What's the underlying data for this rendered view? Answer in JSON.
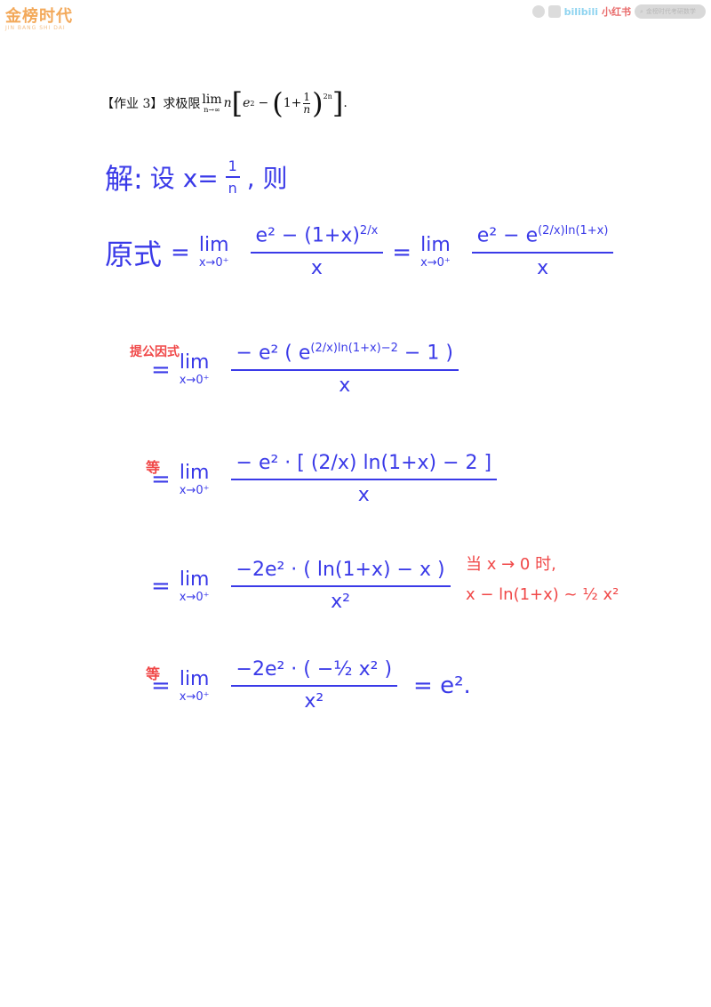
{
  "header": {
    "logo_text": "金榜时代",
    "logo_sub": "JIN BANG SHI DAI",
    "bilibili": "bilibili",
    "xiaohongshu": "小红书",
    "search_text": "金榜时代考研数学"
  },
  "problem": {
    "label": "【作业 3】",
    "task": "求极限",
    "lim_word": "lim",
    "lim_sub": "n→∞",
    "n": "n",
    "e": "e",
    "e_exp": "2",
    "minus": "−",
    "one_plus": "1+",
    "frac_num": "1",
    "frac_den": "n",
    "outer_exp": "2n",
    "period": "."
  },
  "solution": {
    "jie": "解:",
    "let_text": "设  x=",
    "let_num": "1",
    "let_den": "n",
    "then": ", 则",
    "step1": {
      "lhs": "原式",
      "eq": "=",
      "lim": "lim",
      "sub": "x→0⁺",
      "num1": "e² − (1+x)",
      "num1_exp": "2/x",
      "den": "x",
      "eq2": "=",
      "num2": "e² − e",
      "num2_exp": "(2/x)ln(1+x)"
    },
    "step2": {
      "note": "提公因式",
      "eq": "=",
      "lim": "lim",
      "sub": "x→0⁺",
      "num": "− e² ( e",
      "num_exp": "(2/x)ln(1+x)−2",
      "num_tail": " − 1 )",
      "den": "x"
    },
    "step3": {
      "note": "等",
      "eq": "=",
      "lim": "lim",
      "sub": "x→0⁺",
      "num": "− e² · [ (2/x) ln(1+x) − 2 ]",
      "den": "x"
    },
    "step4": {
      "eq": "=",
      "lim": "lim",
      "sub": "x→0⁺",
      "num": "−2e² · ( ln(1+x) − x )",
      "den": "x²"
    },
    "side_note": {
      "line1": "当 x → 0 时,",
      "line2": "x − ln(1+x) ~ ½ x²"
    },
    "step5": {
      "note": "等",
      "eq": "=",
      "lim": "lim",
      "sub": "x→0⁺",
      "num": "−2e² · ( −½ x² )",
      "den": "x²",
      "result": "= e²."
    }
  }
}
